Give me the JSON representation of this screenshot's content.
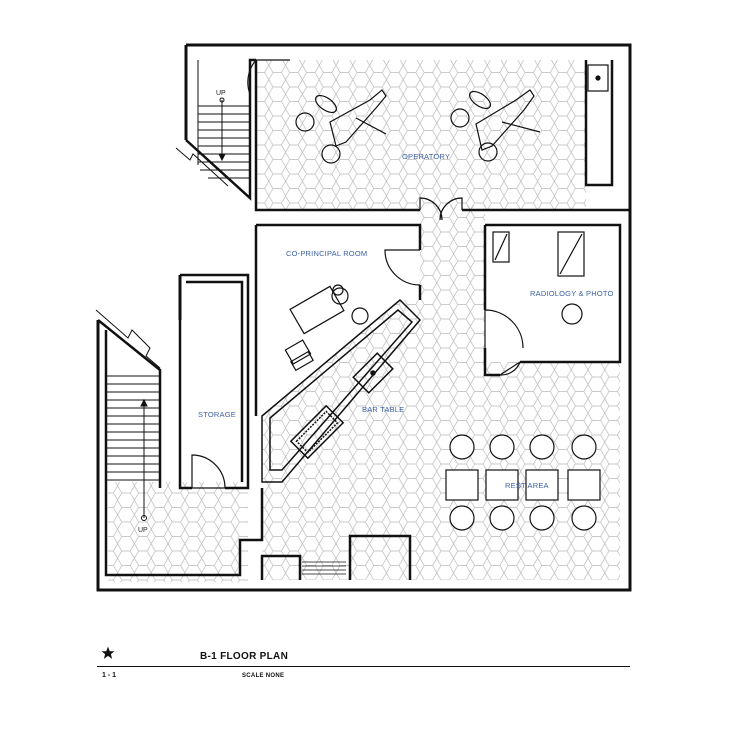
{
  "rooms": {
    "operatory": "OPERATORY",
    "co_principal": "CO-PRINCIPAL ROOM",
    "radiology": "RADIOLOGY & PHOTO",
    "storage": "STORAGE",
    "bar_table": "BAR TABLE",
    "rest_area": "REST AREA"
  },
  "stairs": {
    "upper_label": "UP",
    "lower_label": "UP"
  },
  "title_block": {
    "title": "B-1 FLOOR PLAN",
    "sheet": "1 - 1",
    "scale": "SCALE  NONE",
    "star_icon": "star-icon"
  }
}
